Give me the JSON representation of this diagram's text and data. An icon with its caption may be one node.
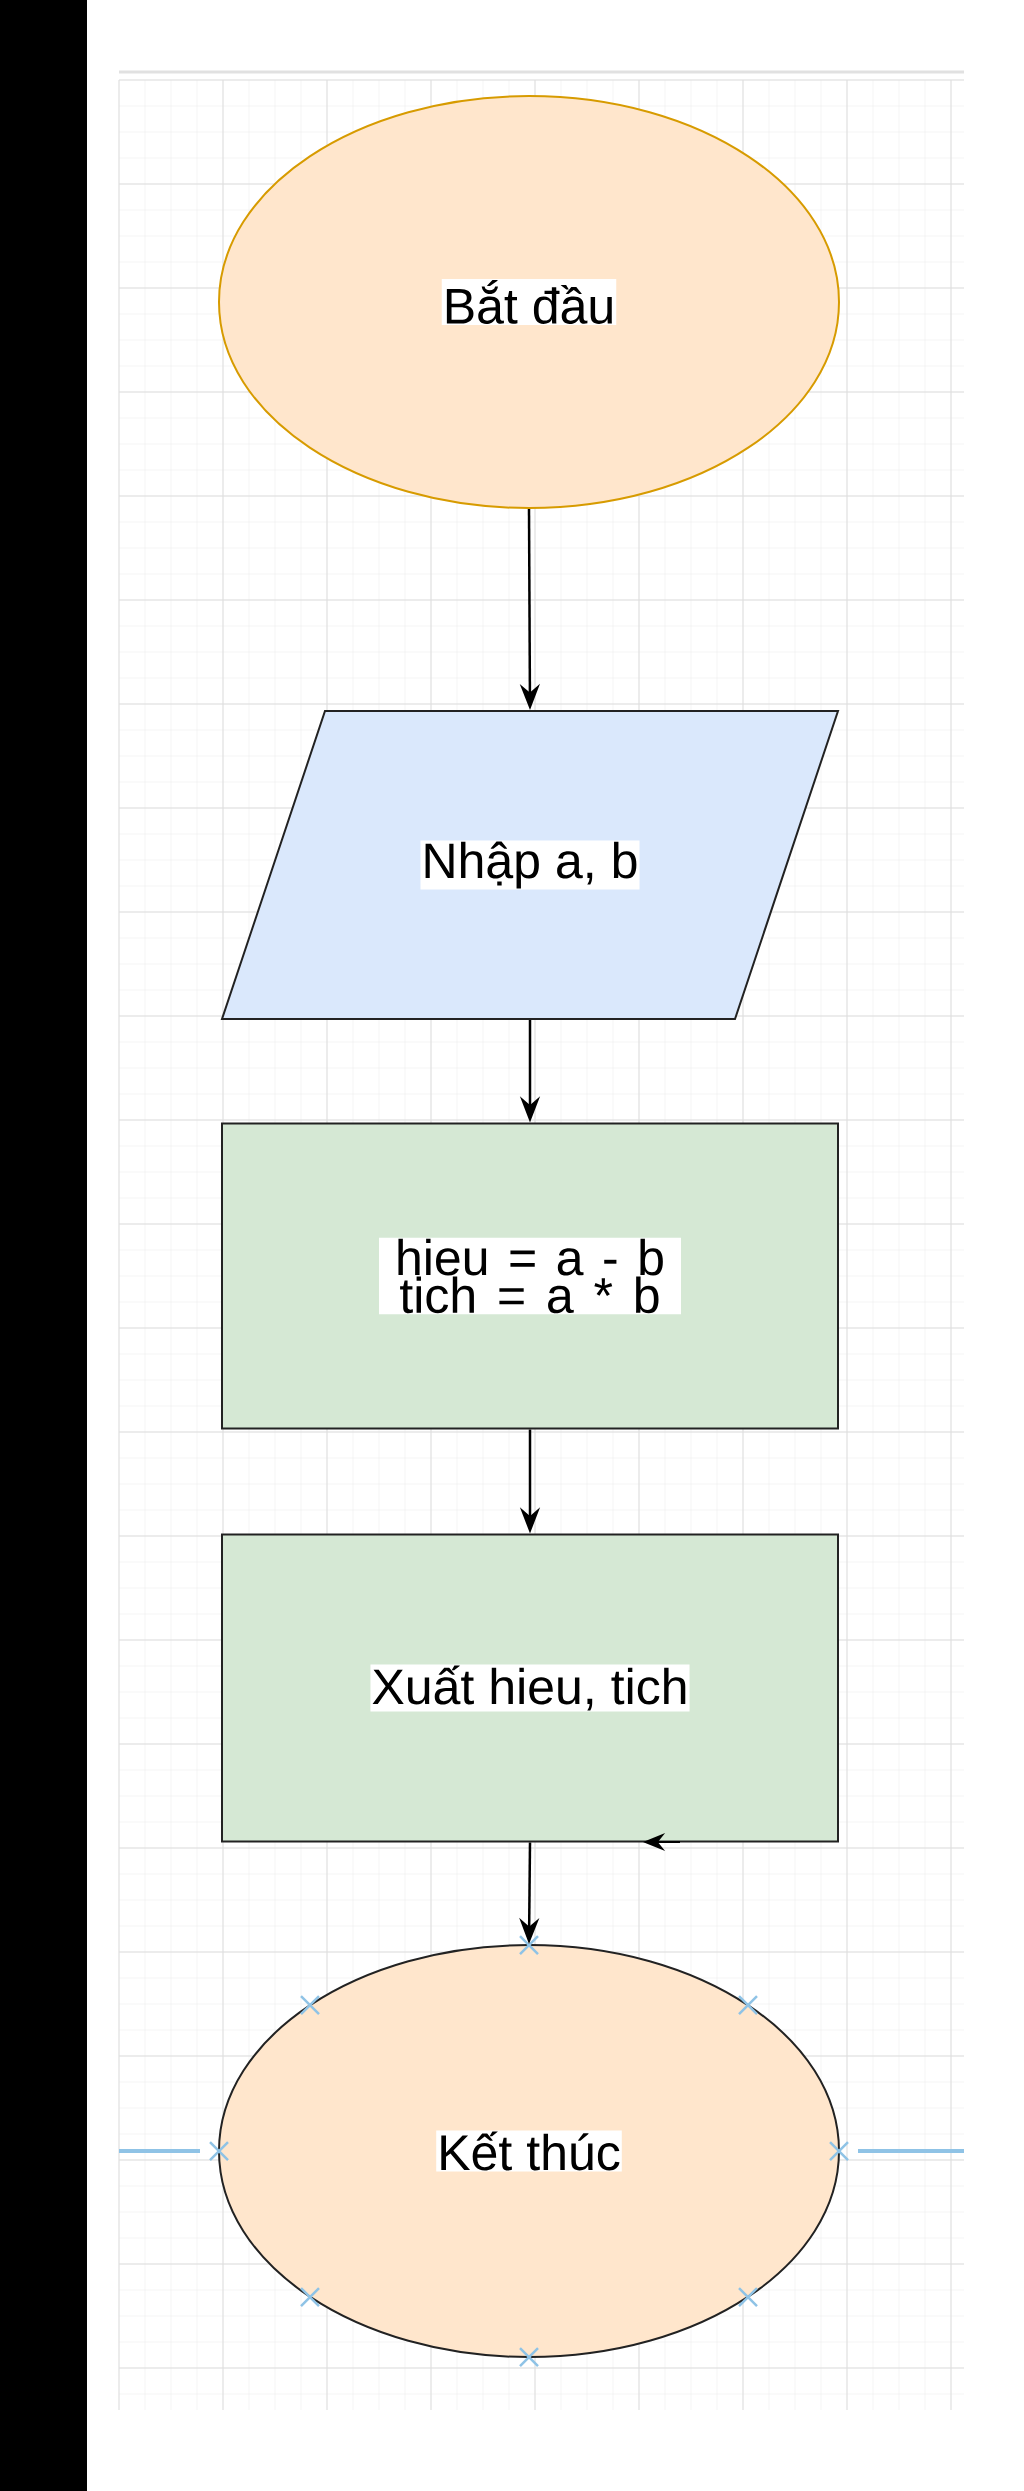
{
  "diagram": {
    "nodes": [
      {
        "text": [
          "Bắt đầu"
        ]
      },
      {
        "text": [
          "Nhập a, b"
        ]
      },
      {
        "text": [
          "hieu = a - b tich = a * b"
        ]
      },
      {
        "text": [
          "Xuất hieu, tich"
        ]
      },
      {
        "text": [
          "Kết thúc"
        ]
      }
    ],
    "edges": [
      {
        "from": 0,
        "to": 1,
        "arrow": "to"
      },
      {
        "from": 1,
        "to": 2,
        "arrow": "to"
      },
      {
        "from": 2,
        "to": 3,
        "arrow": "to"
      },
      {
        "from": 3,
        "to": 4,
        "arrow": "to"
      }
    ]
  }
}
